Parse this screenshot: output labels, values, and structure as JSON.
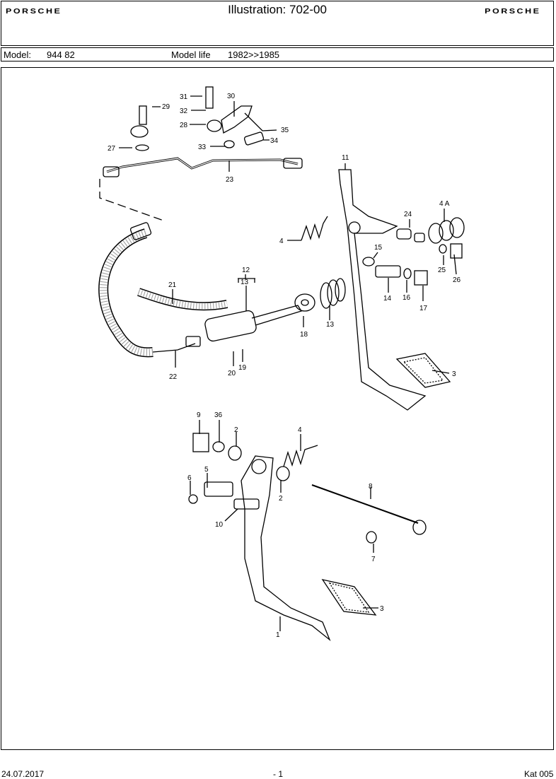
{
  "header": {
    "brand_left": "PORSCHE",
    "brand_right": "PORSCHE",
    "title": "Illustration: 702-00"
  },
  "model_bar": {
    "model_label": "Model:",
    "model_value": "944 82",
    "life_label": "Model life",
    "life_value": "1982>>1985"
  },
  "callouts": [
    "31",
    "30",
    "29",
    "32",
    "28",
    "35",
    "34",
    "33",
    "27",
    "23",
    "11",
    "24",
    "4 A",
    "4",
    "15",
    "25",
    "26",
    "12",
    "13",
    "21",
    "14",
    "16",
    "17",
    "18",
    "13",
    "3",
    "22",
    "20",
    "19",
    "9",
    "36",
    "2",
    "4",
    "5",
    "6",
    "2",
    "8",
    "10",
    "7",
    "3",
    "1"
  ],
  "footer": {
    "date": "24.07.2017",
    "page": "- 1",
    "catalog": "Kat 005"
  }
}
